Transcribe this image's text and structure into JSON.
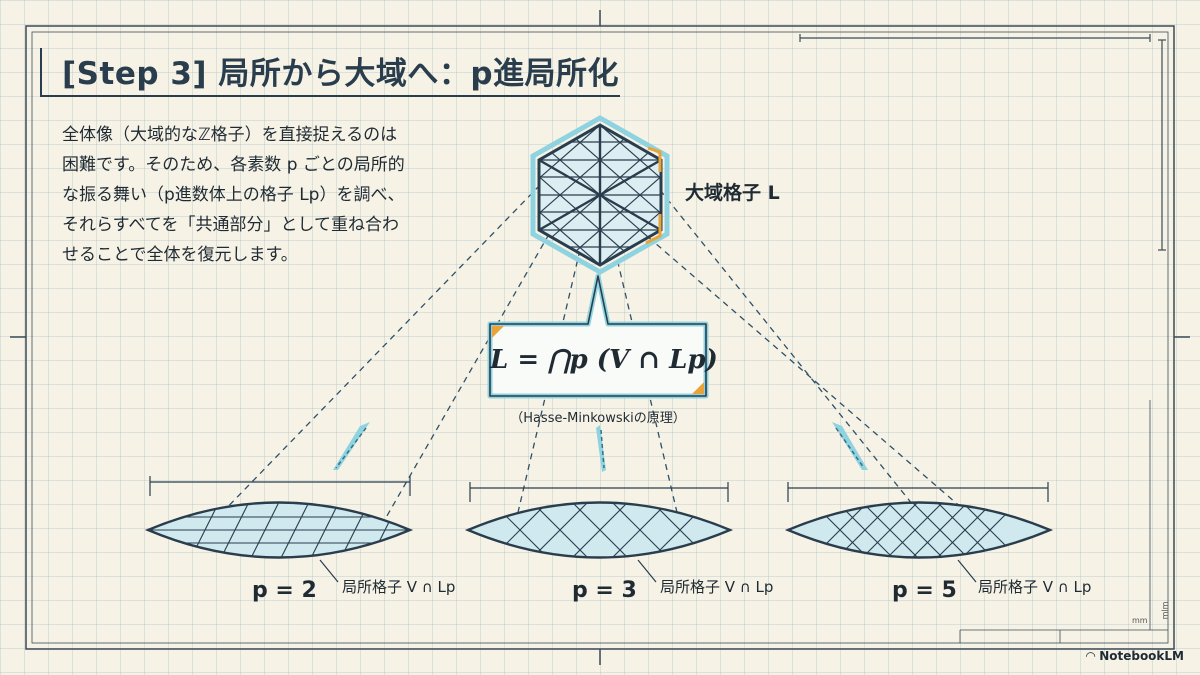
{
  "title": "[Step 3] 局所から大域へ：p進局所化",
  "description": {
    "lines": [
      "全体像（大域的なℤ格子）を直接捉えるのは",
      "困難です。そのため、各素数 p ごとの局所的",
      "な振る舞い（p進数体上の格子 Lp）を調べ、",
      "それらすべてを「共通部分」として重ね合わ",
      "せることで全体を復元します。"
    ]
  },
  "global_lattice": {
    "label": "大域格子 L"
  },
  "formula": {
    "expression": "L = ⋂p (V ∩ Lp)",
    "note": "（Hasse-Minkowskiの原理）"
  },
  "local_lattices": [
    {
      "p_label": "p = 2",
      "lattice_label": "局所格子 V ∩ Lp"
    },
    {
      "p_label": "p = 3",
      "lattice_label": "局所格子 V ∩ Lp"
    },
    {
      "p_label": "p = 5",
      "lattice_label": "局所格子 V ∩ Lp"
    }
  ],
  "corner_marks": [
    "mm",
    "mlm"
  ],
  "branding": "NotebookLM",
  "colors": {
    "ink": "#2a3d4d",
    "accent_cyan": "#8fd3e0",
    "accent_orange": "#e8a33a",
    "lens_fill": "#cfe9ef",
    "background": "#f6f3e6"
  }
}
